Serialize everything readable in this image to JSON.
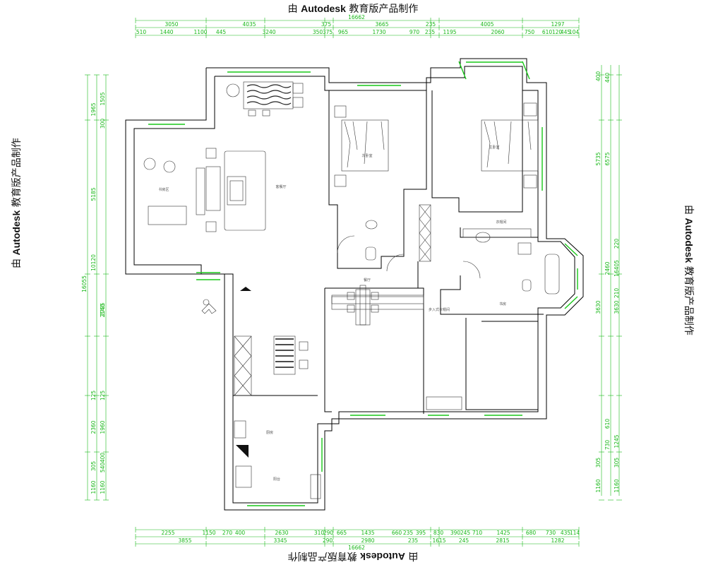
{
  "watermark": {
    "prefix": "由",
    "brand": "Autodesk",
    "suffix": "教育版产品制作"
  },
  "top_dims": {
    "total": "16662",
    "row1": [
      "3050",
      "4035",
      "375",
      "3665",
      "235",
      "4005",
      "1297"
    ],
    "row2": [
      "510",
      "1440",
      "1100",
      "445",
      "3240",
      "350",
      "375",
      "965",
      "1730",
      "970",
      "235",
      "1195",
      "2060",
      "750",
      "610",
      "120",
      "445",
      "104"
    ]
  },
  "bottom_dims": {
    "total": "16662",
    "row1": [
      "2255",
      "1150",
      "270",
      "400",
      "2630",
      "310",
      "290",
      "665",
      "1435",
      "660",
      "235",
      "395",
      "830",
      "390",
      "245",
      "710",
      "1425",
      "680",
      "730",
      "435",
      "114"
    ],
    "row2": [
      "3855",
      "3345",
      "290",
      "2980",
      "235",
      "1615",
      "245",
      "2815",
      "1282"
    ]
  },
  "left_dims": {
    "total": "16055",
    "outer": [
      "1965",
      "5185",
      "10120",
      "2795",
      "2140",
      "2360",
      "1160"
    ],
    "inner": [
      "1505",
      "300",
      "125",
      "125",
      "1960",
      "305",
      "400",
      "540",
      "1160"
    ]
  },
  "right_dims": {
    "total": "16405",
    "outer": [
      "440",
      "6575",
      "2460",
      "3630",
      "610",
      "1245",
      "730",
      "305",
      "1160"
    ],
    "inner": [
      "400",
      "5735",
      "220",
      "210",
      "3630",
      "305",
      "1160"
    ]
  },
  "rooms": {
    "living": "客餐厅",
    "bedroom1": "次卧室",
    "bedroom2": "主卧室",
    "study": "书房区",
    "dining": "餐厅",
    "kitchen": "厨房",
    "balcony": "阳台",
    "wardrobe": "衣帽间",
    "closet": "步入式衣帽间",
    "room3": "书房"
  }
}
